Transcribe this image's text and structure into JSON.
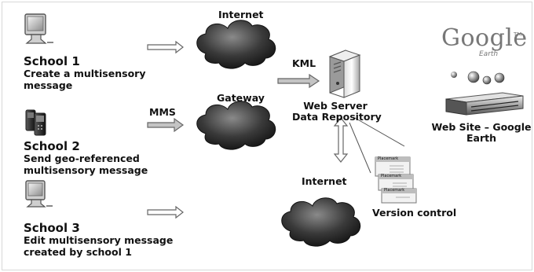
{
  "schools": [
    {
      "title": "School 1",
      "desc_lines": [
        "Create a multisensory",
        "message"
      ]
    },
    {
      "title": "School 2",
      "desc_lines": [
        "Send geo-referenced",
        "multisensory message"
      ]
    },
    {
      "title": "School 3",
      "desc_lines": [
        "Edit multisensory message",
        "created by school 1"
      ]
    }
  ],
  "clouds": {
    "top": "Internet",
    "middle": "Gateway",
    "bottom": "Internet"
  },
  "arrows": {
    "kml": "KML",
    "mms": "MMS"
  },
  "server": {
    "line1": "Web Server",
    "line2": "Data Repository"
  },
  "website": {
    "line1": "Web Site – Google",
    "line2": "Earth"
  },
  "logo": {
    "text": "Google",
    "sub": "Earth",
    "tm": "TM"
  },
  "version_control": {
    "label": "Version control",
    "card_title": "Placemark"
  },
  "colors": {
    "arrow_fill": "#ffffff",
    "arrow_stroke": "#666666",
    "cloud_dark": "#1e1e1e",
    "cloud_light": "#8a8a8a"
  }
}
